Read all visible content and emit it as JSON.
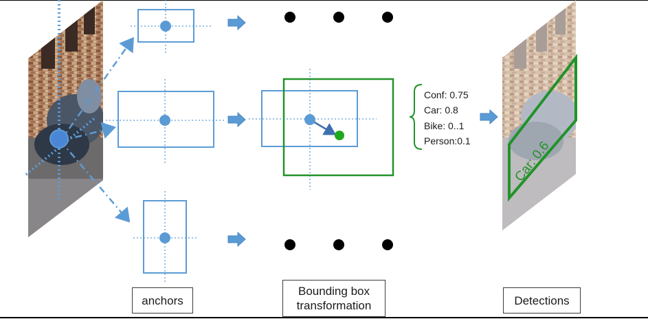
{
  "colors": {
    "anchor_blue": "#5b9bd5",
    "detection_green": "#22922a",
    "text": "#1a1a1a"
  },
  "scores": [
    "Conf: 0.75",
    "Car: 0.8",
    "Bike: 0..1",
    "Person:0.1"
  ],
  "detection_label": "Car: 0.6",
  "captions": {
    "anchors": "anchors",
    "bbox": "Bounding box\ntransformation",
    "detections": "Detections"
  }
}
